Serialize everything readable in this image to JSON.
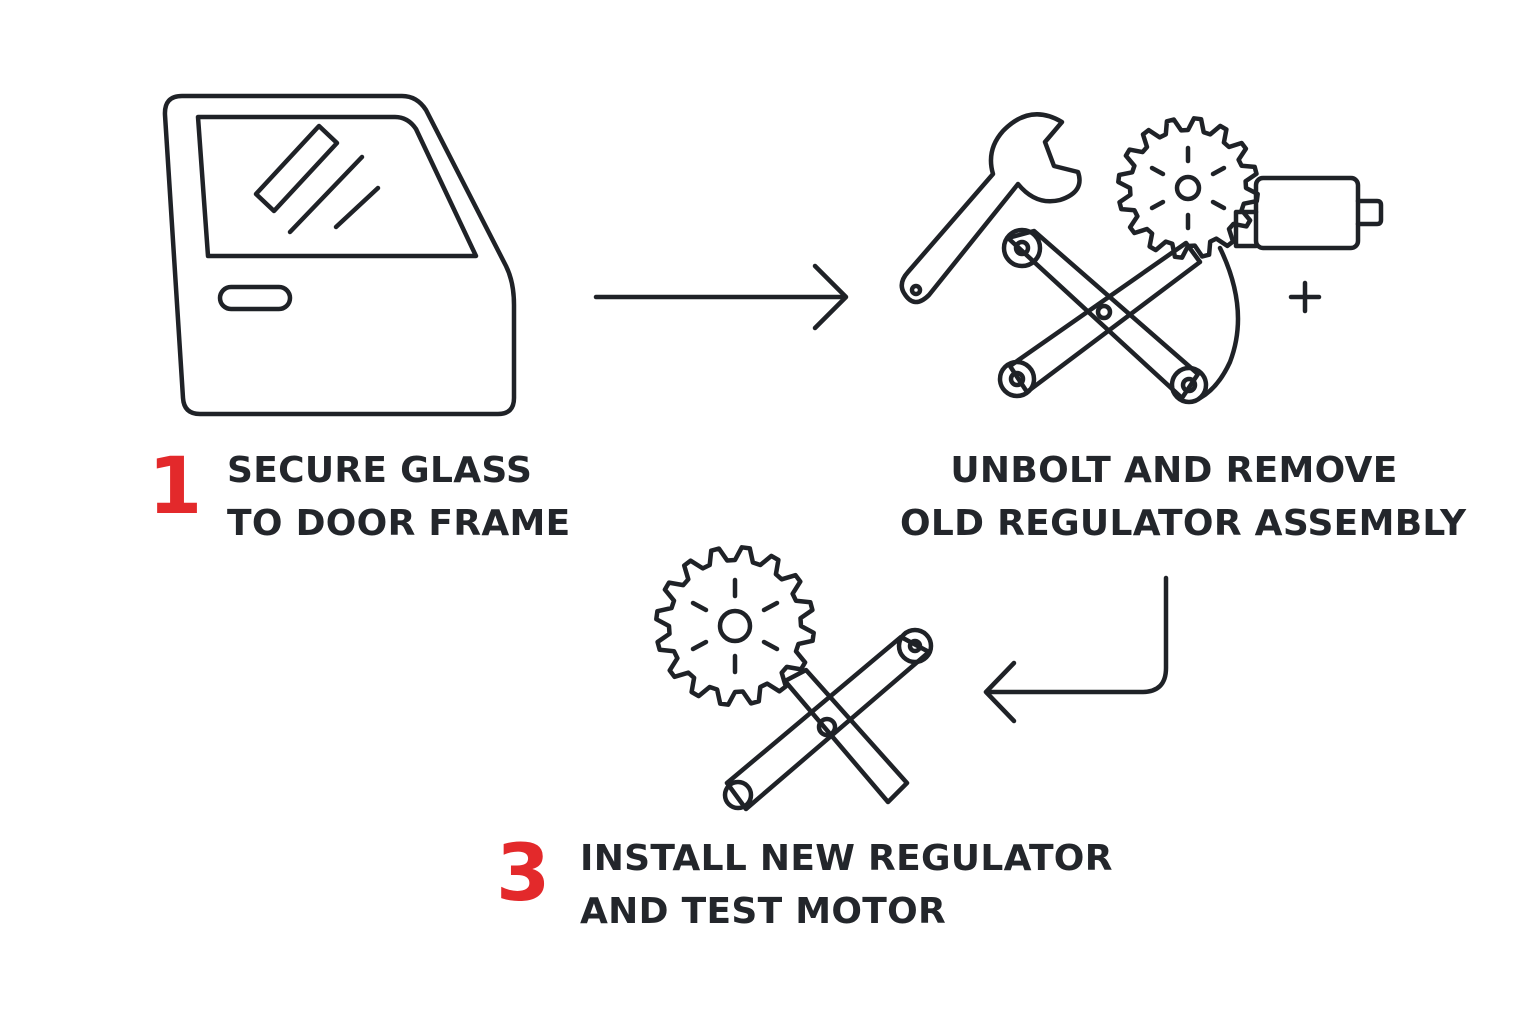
{
  "colors": {
    "accent": "#e3292b",
    "ink": "#1f2227",
    "background": "#ffffff"
  },
  "steps": [
    {
      "number": "1",
      "lines": [
        "SECURE GLASS",
        "TO DOOR FRAME"
      ],
      "icon": "car-door-icon"
    },
    {
      "lines": [
        "UNBOLT AND REMOVE",
        "OLD REGULATOR ASSEMBLY"
      ],
      "icons": [
        "wrench-icon",
        "gear-icon",
        "scissor-regulator-icon",
        "motor-icon",
        "plus-icon"
      ]
    },
    {
      "number": "3",
      "lines": [
        "INSTALL NEW REGULATOR",
        "AND TEST MOTOR"
      ],
      "icons": [
        "gear-icon",
        "scissor-regulator-icon"
      ]
    }
  ],
  "connectors": [
    "arrow-right-icon",
    "arrow-down-left-icon"
  ]
}
